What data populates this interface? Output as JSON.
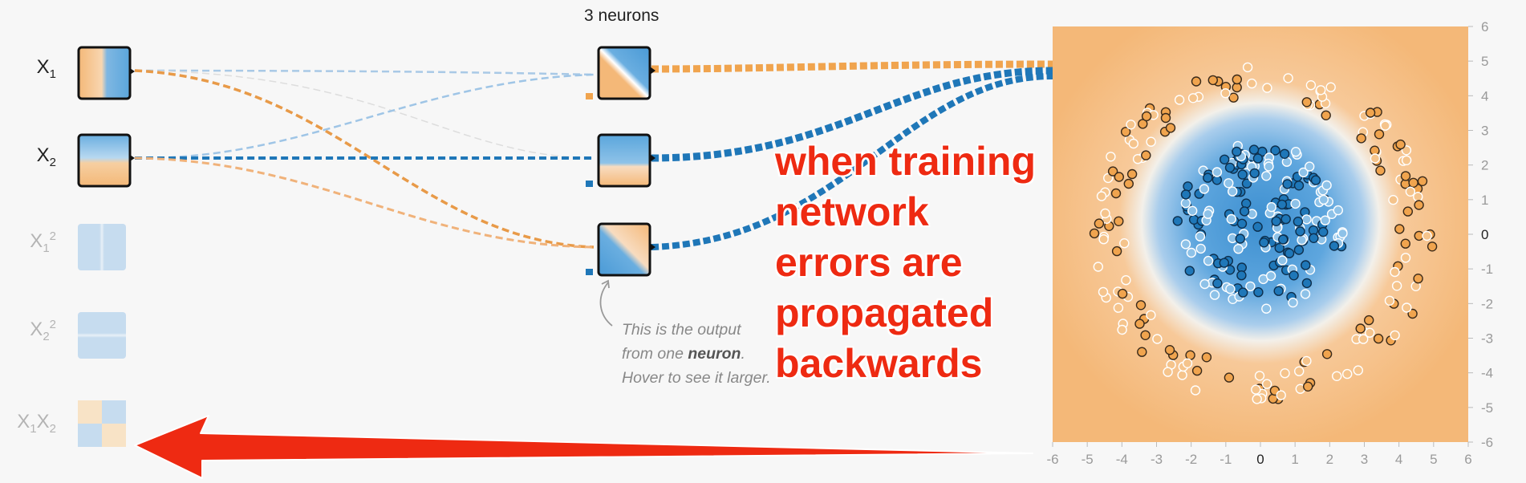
{
  "features": [
    {
      "base": "X",
      "sub": "1",
      "sup": "",
      "active": true
    },
    {
      "base": "X",
      "sub": "2",
      "sup": "",
      "active": true
    },
    {
      "base": "X",
      "sub": "1",
      "sup": "2",
      "active": false
    },
    {
      "base": "X",
      "sub": "2",
      "sup": "2",
      "active": false
    },
    {
      "base": "X",
      "sub": "1",
      "sup": "",
      "base2": "X",
      "sub2": "2",
      "active": false
    }
  ],
  "hidden_layer": {
    "label": "3 neurons"
  },
  "callout": {
    "before": "This is the output from one ",
    "emphasis": "neuron",
    "after": ". Hover to see it larger."
  },
  "annotation": {
    "lines": [
      "when training",
      "network",
      "errors are",
      "propagated",
      "backwards"
    ]
  },
  "plot": {
    "x_ticks": [
      "-6",
      "-5",
      "-4",
      "-3",
      "-2",
      "-1",
      "0",
      "1",
      "2",
      "3",
      "4",
      "5",
      "6"
    ],
    "y_ticks": [
      "6",
      "5",
      "4",
      "3",
      "2",
      "1",
      "0",
      "-1",
      "-2",
      "-3",
      "-4",
      "-5",
      "-6"
    ]
  },
  "colors": {
    "orange": "#f0a44e",
    "blue": "#1f77b8",
    "annotation_red": "#ee2a12",
    "plot_background": "#f4b878",
    "plot_center": "#6aaee0"
  },
  "icons": [
    "arrow-curved-icon",
    "red-arrow-left-icon"
  ]
}
